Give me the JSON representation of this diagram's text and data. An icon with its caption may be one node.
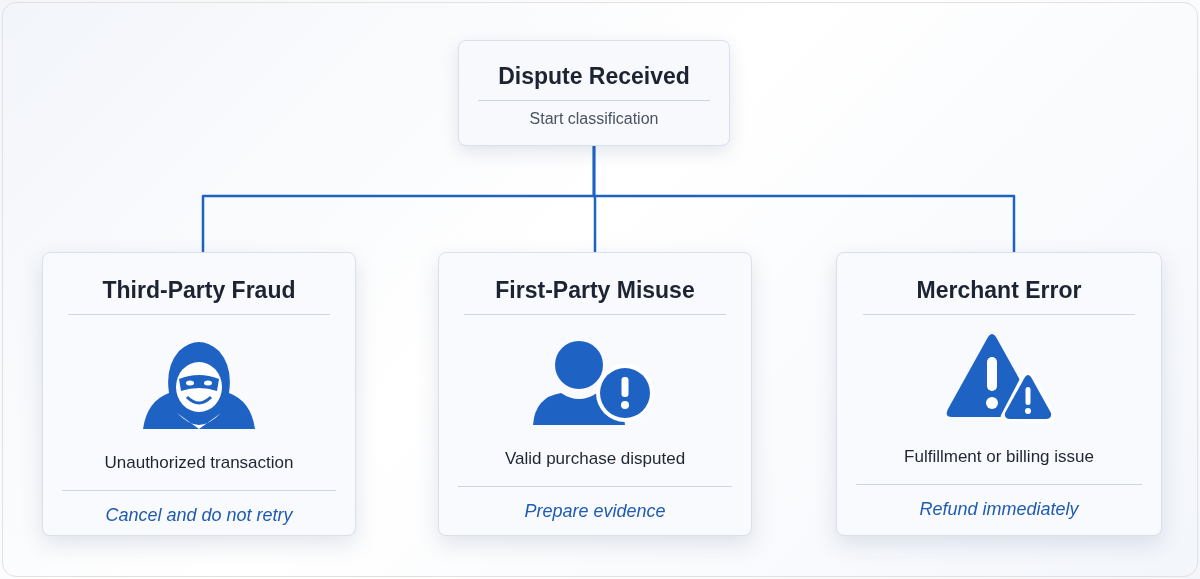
{
  "diagram": {
    "nodes": [
      {
        "text": [
          "Dispute Received",
          "Start classification"
        ]
      },
      {
        "text": [
          "Third-Party Fraud",
          "Unauthorized transaction",
          "Cancel and do not retry"
        ]
      },
      {
        "text": [
          "First-Party Misuse",
          "Valid purchase disputed",
          "Prepare evidence"
        ]
      },
      {
        "text": [
          "Merchant Error",
          "Fulfillment or billing issue",
          "Refund immediately"
        ]
      }
    ],
    "edges": [
      {
        "from": 0,
        "to": 1,
        "arrow": "none"
      },
      {
        "from": 0,
        "to": 2,
        "arrow": "none"
      },
      {
        "from": 0,
        "to": 3,
        "arrow": "none"
      }
    ]
  }
}
